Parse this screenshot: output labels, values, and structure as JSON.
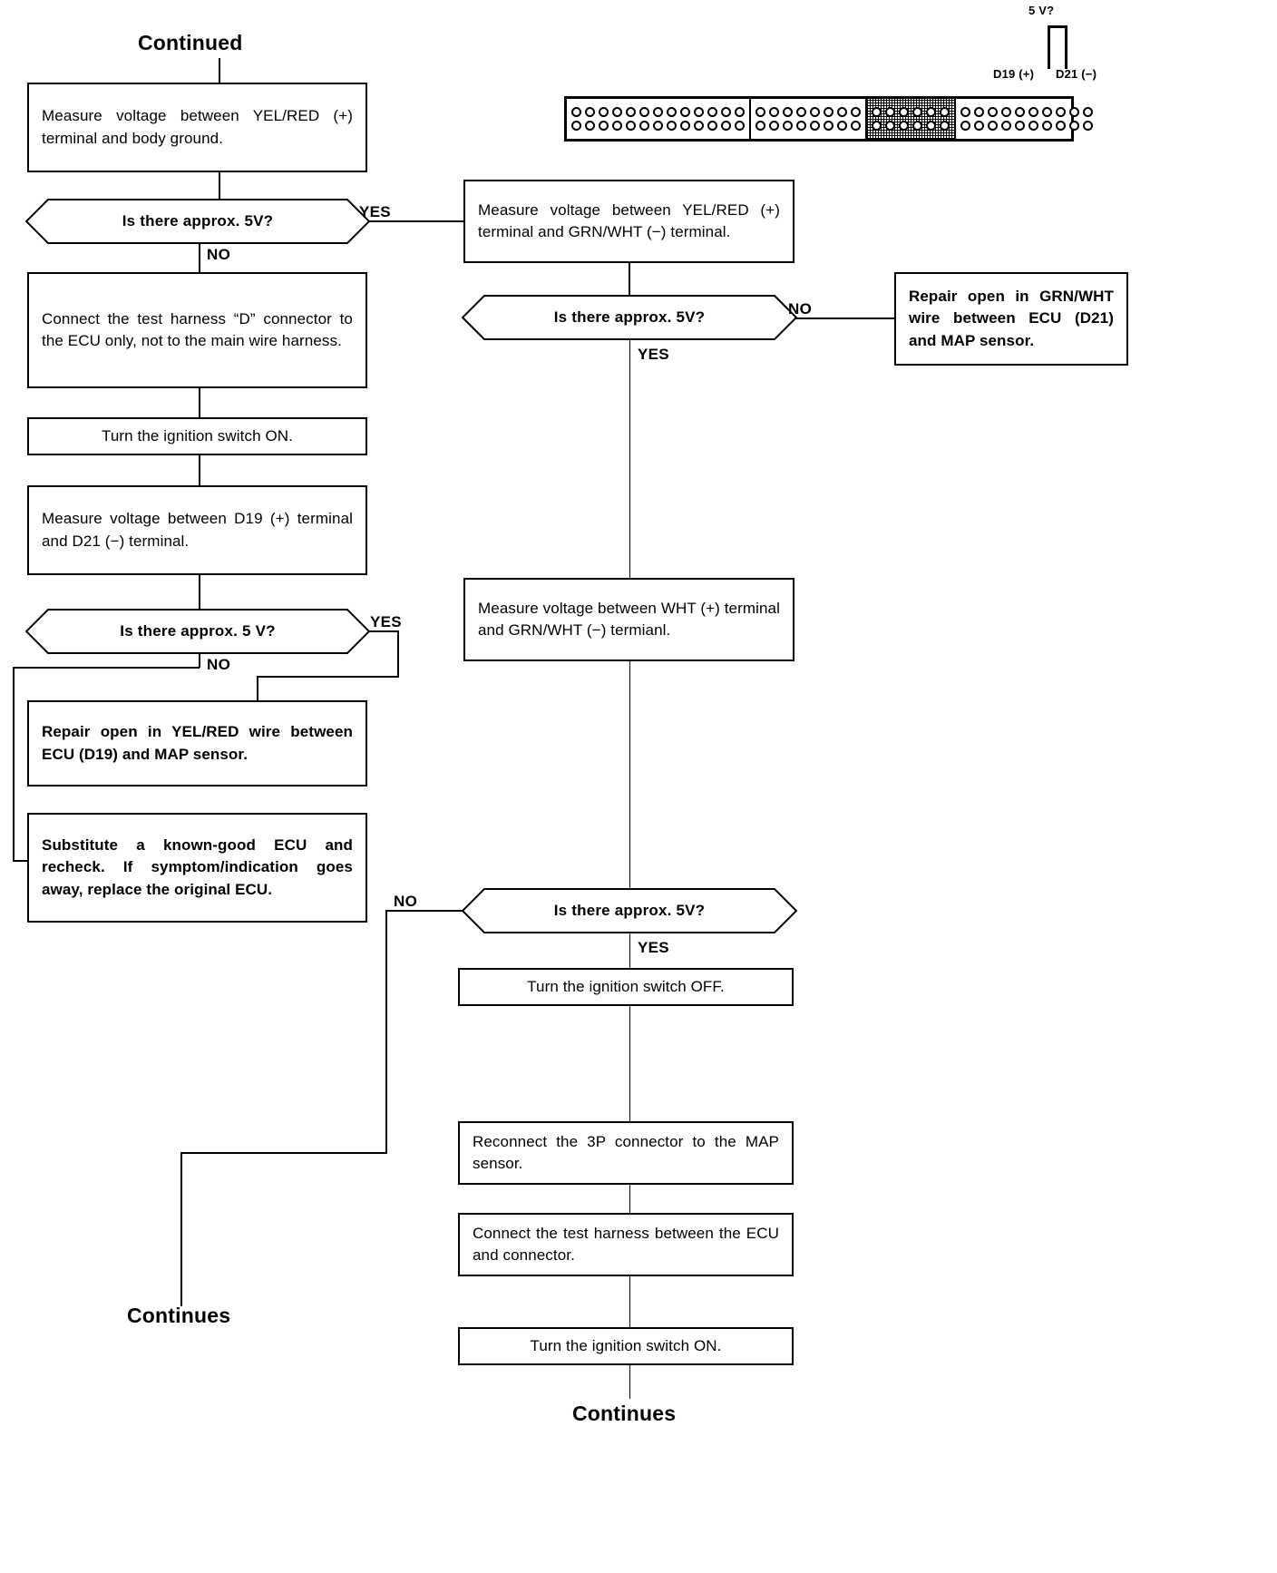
{
  "title_labels": {
    "continued": "Continued",
    "continues_left": "Continues",
    "continues_bottom": "Continues"
  },
  "branch_labels": {
    "yes": "YES",
    "no": "NO"
  },
  "connector_diagram": {
    "probe_label": "5 V?",
    "pin_left_label": "D19 (+)",
    "pin_right_label": "D21 (−)",
    "segments": [
      {
        "name": "segment-a",
        "pins_per_row": 13,
        "rows": 2,
        "shaded": false
      },
      {
        "name": "segment-b",
        "pins_per_row": 8,
        "rows": 2,
        "shaded": false
      },
      {
        "name": "segment-c",
        "pins_per_row": 6,
        "rows": 2,
        "shaded": true
      },
      {
        "name": "segment-d",
        "pins_per_row": 10,
        "rows": 2,
        "shaded": false
      }
    ]
  },
  "left_column": {
    "step_measure_yelred_body": "Measure voltage between YEL/RED (+) terminal and body ground.",
    "decision_5v_1": "Is there approx. 5V?",
    "step_connect_test_harness_d": "Connect the test harness “D” connector to the ECU only, not to the main wire harness.",
    "step_ignition_on_1": "Turn the ignition switch ON.",
    "step_measure_d19_d21": "Measure voltage between D19 (+) terminal and D21 (−) terminal.",
    "decision_5v_2": "Is there approx. 5 V?",
    "result_repair_yelred": "Repair open in YEL/RED wire between ECU (D19) and MAP sensor.",
    "result_substitute_ecu": "Substitute a known-good ECU and recheck. If symptom/indication goes away, replace the original ECU."
  },
  "right_column": {
    "step_measure_yelred_grnwht": "Measure voltage between YEL/RED (+) terminal and GRN/WHT (−) terminal.",
    "decision_5v_3": "Is there approx. 5V?",
    "result_repair_grnwht": "Repair open in GRN/WHT wire between ECU (D21) and MAP sensor.",
    "step_measure_wht_grnwht": "Measure voltage between WHT (+) terminal and GRN/WHT (−) termianl.",
    "decision_5v_4": "Is there approx. 5V?",
    "step_ignition_off": "Turn the ignition switch OFF.",
    "step_reconnect_3p": "Reconnect the 3P connector to the MAP sensor.",
    "step_connect_harness_between": "Connect the test harness between the ECU and connector.",
    "step_ignition_on_2": "Turn the ignition switch ON."
  }
}
